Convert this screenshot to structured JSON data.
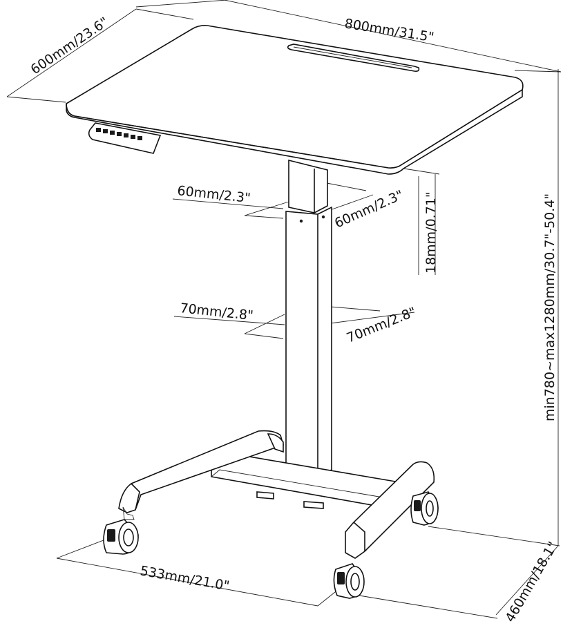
{
  "dimensions": {
    "depth": "600mm/23.6\"",
    "width": "800mm/31.5\"",
    "height_range": "min780~max1280mm/30.7\"-50.4\"",
    "top_thickness": "18mm/0.71\"",
    "upper_column_left": "60mm/2.3\"",
    "upper_column_right": "60mm/2.3\"",
    "lower_column_left": "70mm/2.8\"",
    "lower_column_right": "70mm/2.8\"",
    "base_width": "533mm/21.0\"",
    "base_depth": "460mm/18.1\""
  }
}
